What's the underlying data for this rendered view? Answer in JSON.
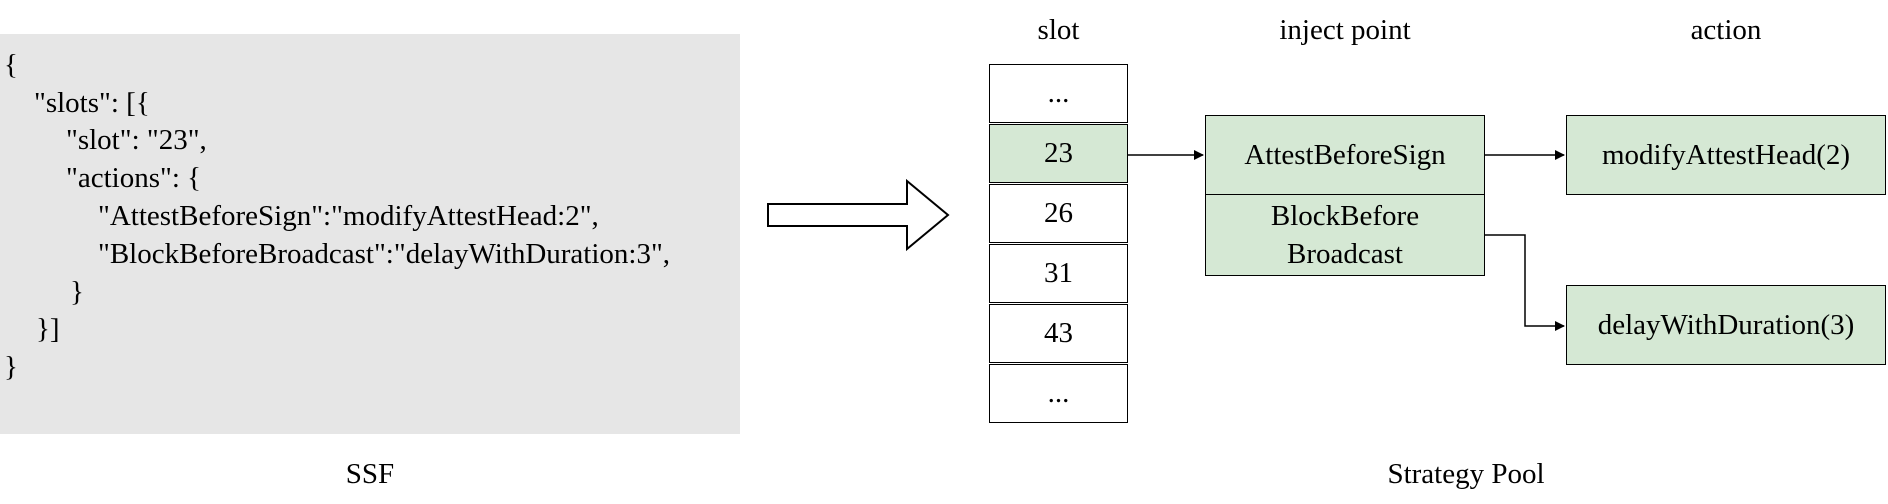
{
  "ssf": {
    "code_lines": [
      "{",
      "\"slots\": [{",
      "\"slot\": \"23\",",
      "\"actions\": {",
      "\"AttestBeforeSign\":\"modifyAttestHead:2\",",
      "\"BlockBeforeBroadcast\":\"delayWithDuration:3\",",
      "}",
      "}]",
      "}"
    ],
    "caption": "SSF"
  },
  "strategy_pool": {
    "caption": "Strategy Pool",
    "headers": {
      "slot": "slot",
      "inject_point": "inject point",
      "action": "action"
    },
    "slots": [
      "...",
      "23",
      "26",
      "31",
      "43",
      "..."
    ],
    "highlighted_slot": "23",
    "inject_points": [
      "AttestBeforeSign",
      "BlockBefore\nBroadcast"
    ],
    "actions": [
      "modifyAttestHead(2)",
      "delayWithDuration(3)"
    ]
  },
  "colors": {
    "highlight": "#d5e8d4",
    "code_bg": "#e6e6e6",
    "border": "#000000"
  }
}
